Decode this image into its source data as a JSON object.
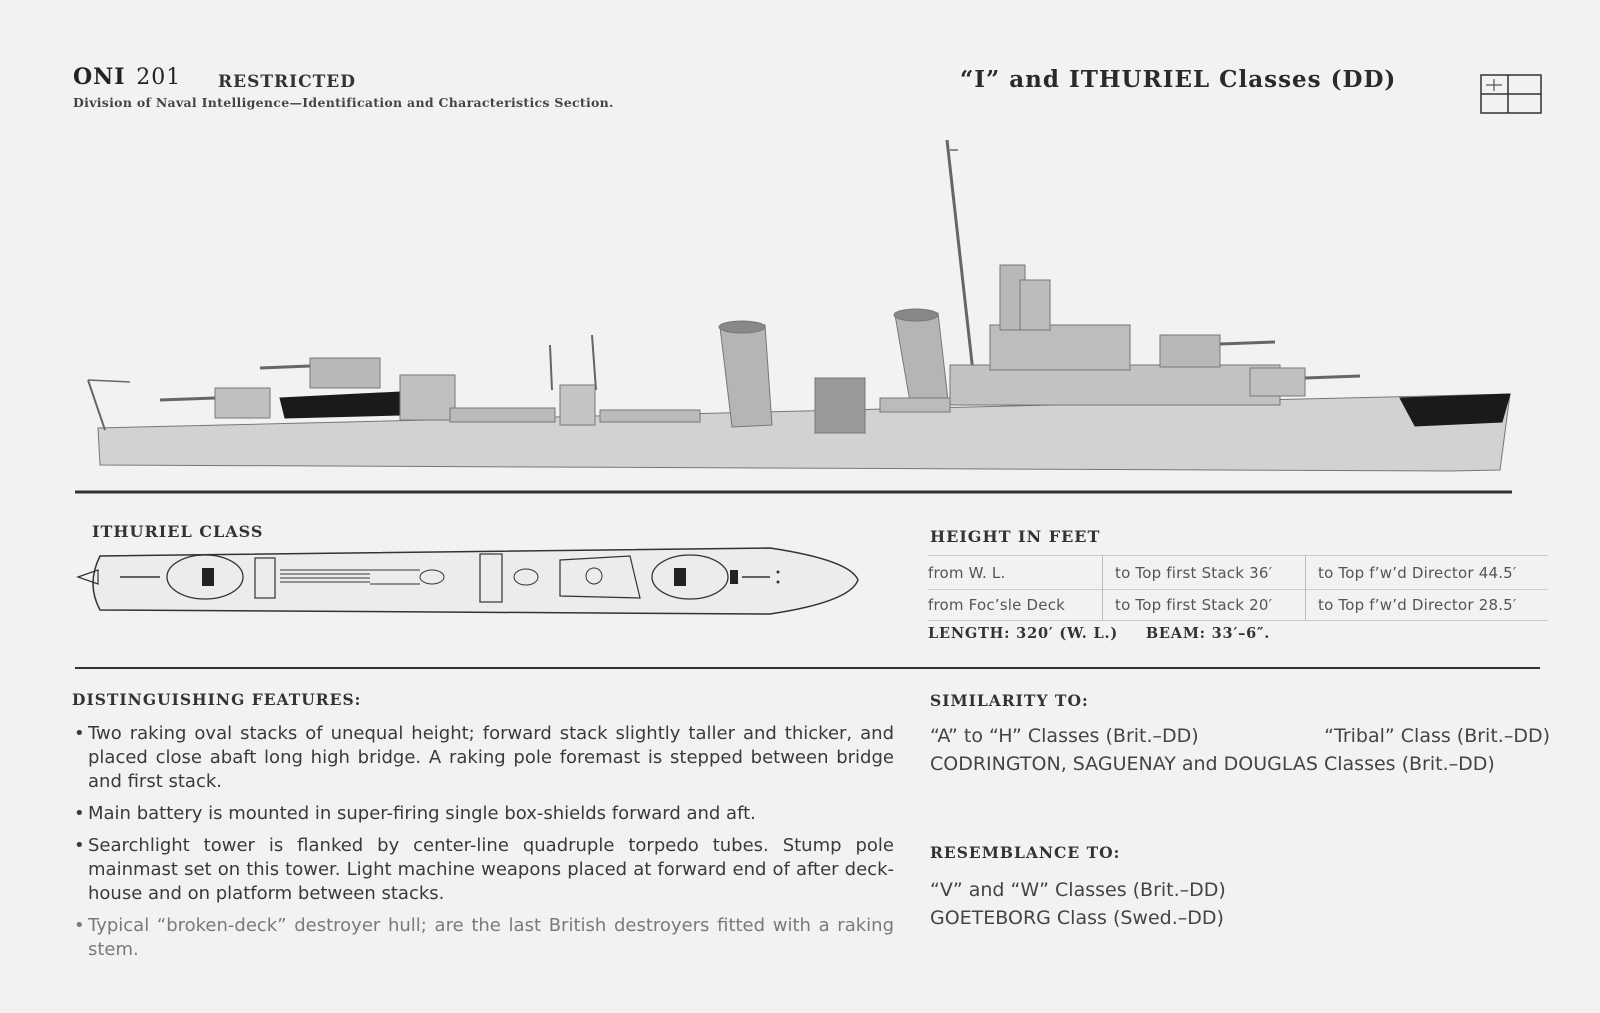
{
  "header": {
    "doc_code": "ONI",
    "doc_number": "201",
    "classification": "RESTRICTED",
    "division": "Division of Naval Intelligence—Identification and Characteristics Section.",
    "class_title": "“I” and ITHURIEL Classes (DD)"
  },
  "plan": {
    "heading": "ITHURIEL CLASS"
  },
  "height_table": {
    "heading": "HEIGHT IN FEET",
    "rows": [
      {
        "ref": "from W. L.",
        "stack": "to Top first Stack 36′",
        "director": "to Top f’w’d Director 44.5′"
      },
      {
        "ref": "from Foc’sle Deck",
        "stack": "to Top first Stack 20′",
        "director": "to Top f’w’d Director 28.5′"
      }
    ]
  },
  "dimensions": {
    "length": "LENGTH: 320′ (W. L.)",
    "beam": "BEAM: 33′–6″."
  },
  "distinguishing": {
    "heading": "DISTINGUISHING FEATURES:",
    "bullet": "•",
    "items": [
      "Two raking oval stacks of unequal height; forward stack slightly taller and thicker, and placed close abaft long high bridge.  A raking pole foremast is stepped between bridge and first stack.",
      "Main battery is mounted in super-firing single box-shields forward and aft.",
      "Searchlight tower is flanked by center-line quadruple torpedo tubes.  Stump pole mainmast set on this tower.  Light machine weapons placed at forward end of after deck-house and on platform between stacks.",
      "Typical “broken-deck” destroyer hull; are the last British destroyers fitted with a raking stem."
    ]
  },
  "similarity": {
    "heading": "SIMILARITY TO:",
    "line1_left": "“A” to “H” Classes (Brit.–DD)",
    "line1_right": "“Tribal” Class (Brit.–DD)",
    "line2": "CODRINGTON, SAGUENAY and DOUGLAS Classes (Brit.–DD)"
  },
  "resemblance": {
    "heading": "RESEMBLANCE TO:",
    "line1": "“V” and “W” Classes (Brit.–DD)",
    "line2": "GOETEBORG Class (Swed.–DD)"
  },
  "colors": {
    "paper": "#f2f2f0",
    "ink": "#2a2a2a",
    "hull_dark": "#1a1a1a",
    "ship_grey": "#c9c9c9"
  }
}
